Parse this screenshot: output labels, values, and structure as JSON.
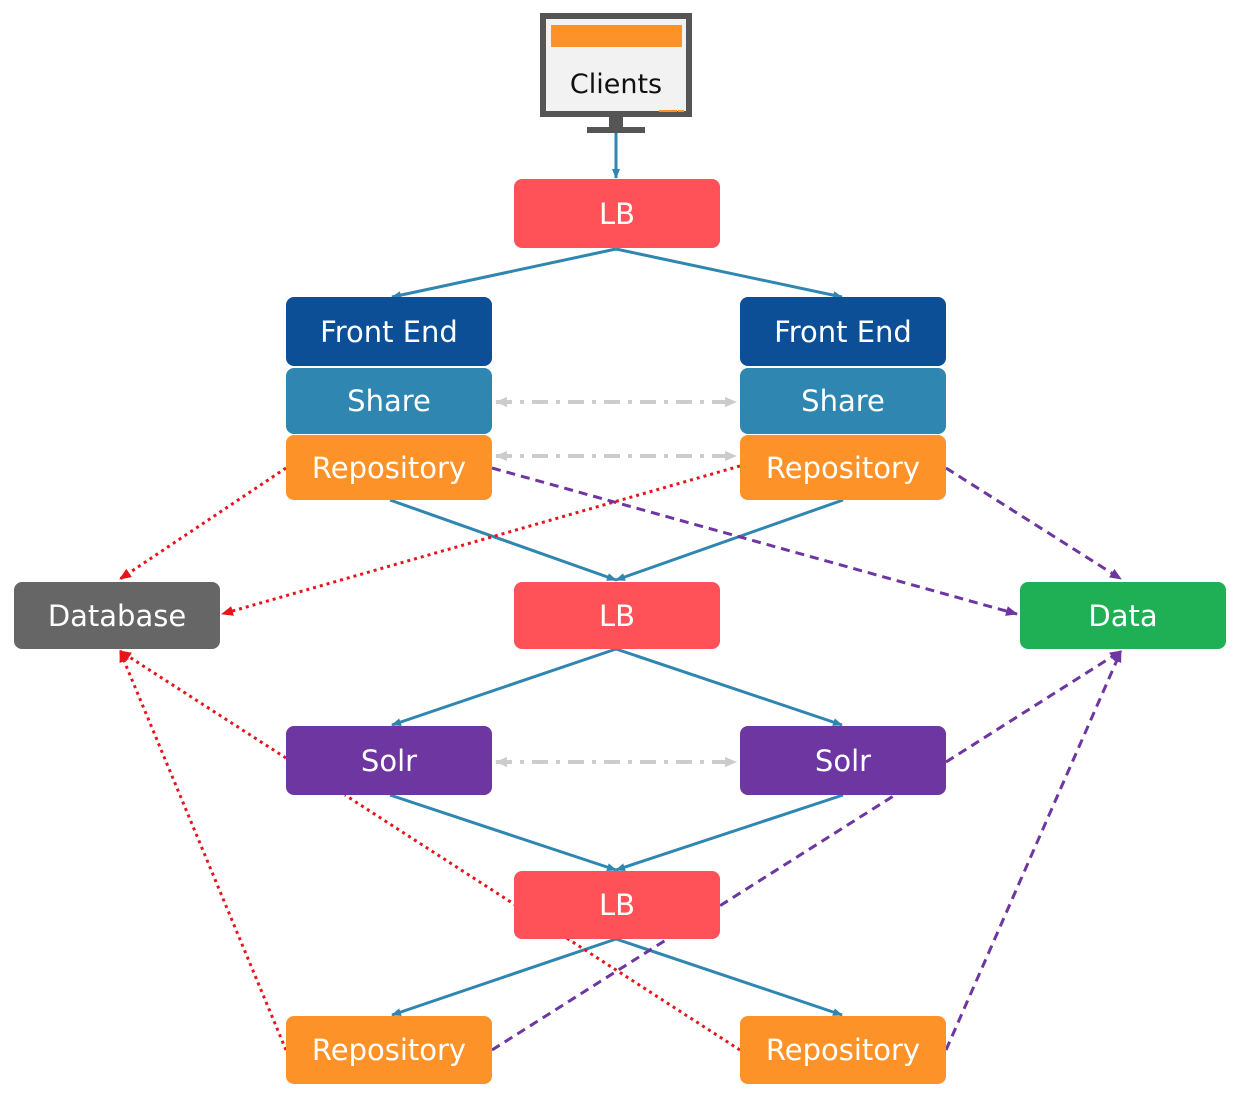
{
  "clients": {
    "label": "Clients"
  },
  "nodes": {
    "lb_top": "LB",
    "frontend_left": "Front End",
    "frontend_right": "Front End",
    "share_left": "Share",
    "share_right": "Share",
    "repository_left": "Repository",
    "repository_right": "Repository",
    "database": "Database",
    "lb_middle": "LB",
    "data": "Data",
    "solr_left": "Solr",
    "solr_right": "Solr",
    "lb_bottom": "LB",
    "repository_bottom_left": "Repository",
    "repository_bottom_right": "Repository"
  },
  "colors": {
    "lb": "#ff5157",
    "front_end": "#0c4f97",
    "share": "#2e86b1",
    "repository": "#fd9228",
    "solr": "#6d36a0",
    "database": "#666666",
    "data": "#1fb055",
    "flow_arrow": "#2e86b1",
    "database_link": "#e8141c",
    "data_link": "#6d36a0",
    "replication_link": "#cccccc"
  }
}
